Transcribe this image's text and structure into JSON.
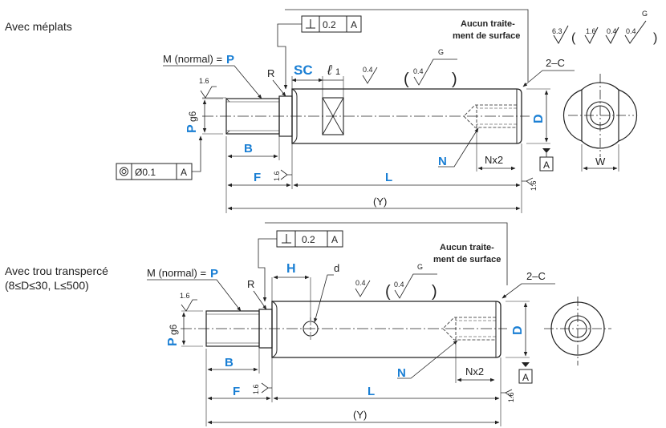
{
  "section1": {
    "title": "Avec méplats",
    "m_normal": "M (normal) =",
    "p": "P",
    "g6": "g6",
    "r": "R",
    "sc": "SC",
    "l1_script": "ℓ",
    "l1_sub": "1",
    "roughness_04a": "0.4",
    "roughness_04b": "0.4",
    "g": "G",
    "roughness_16a": "1.6",
    "roughness_16b": "1.6",
    "roughness_16c": "1.6",
    "no_treatment_1": "Aucun traite-",
    "no_treatment_2": "ment de surface",
    "chamfer": "2–C",
    "d": "D",
    "b": "B",
    "f": "F",
    "l": "L",
    "n": "N",
    "nx2": "Nx2",
    "y": "(Y)",
    "w": "W",
    "datum": "A",
    "perp_value": "0.2",
    "perp_datum": "A",
    "conc_value": "Ø0.1",
    "conc_datum": "A"
  },
  "section2": {
    "title_1": "Avec trou transpercé",
    "title_2": "(8≤D≤30, L≤500)",
    "m_normal": "M (normal) =",
    "p": "P",
    "g6": "g6",
    "r": "R",
    "h": "H",
    "d_small": "d",
    "roughness_04a": "0.4",
    "roughness_04b": "0.4",
    "g": "G",
    "roughness_16a": "1.6",
    "roughness_16b": "1.6",
    "roughness_16c": "1.6",
    "no_treatment_1": "Aucun traite-",
    "no_treatment_2": "ment de surface",
    "chamfer": "2–C",
    "d": "D",
    "b": "B",
    "f": "F",
    "l": "L",
    "n": "N",
    "nx2": "Nx2",
    "y": "(Y)",
    "datum": "A",
    "perp_value": "0.2",
    "perp_datum": "A"
  },
  "finish_legend": {
    "main": "6.3",
    "open": "(",
    "v1": "1.6",
    "v2": "0.4",
    "v3": "0.4",
    "g": "G",
    "close": ")"
  },
  "colors": {
    "accent": "#1a7fd4",
    "line": "#222222"
  }
}
